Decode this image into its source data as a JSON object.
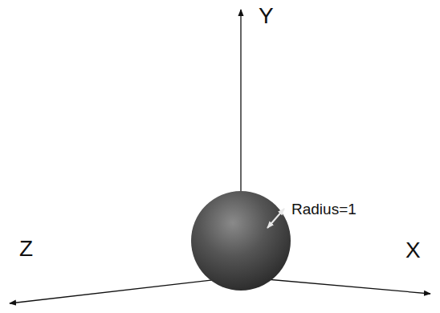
{
  "diagram": {
    "labels": [
      "Y",
      "X",
      "Z",
      "Radius=1"
    ]
  }
}
